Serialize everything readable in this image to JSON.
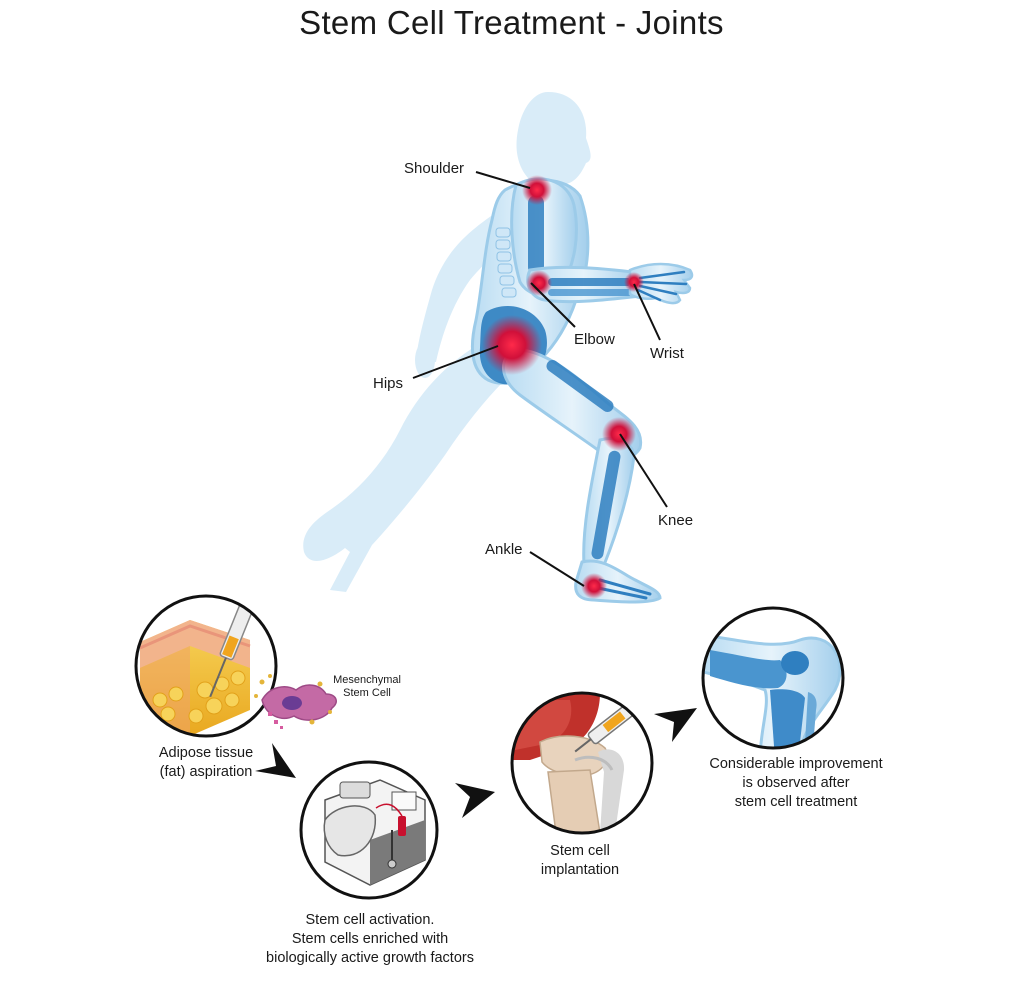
{
  "title": "Stem Cell Treatment - Joints",
  "joints": {
    "shoulder": "Shoulder",
    "elbow": "Elbow",
    "wrist": "Wrist",
    "hips": "Hips",
    "knee": "Knee",
    "ankle": "Ankle"
  },
  "steps": {
    "aspiration": [
      "Adipose tissue",
      "(fat) aspiration"
    ],
    "msc_label": [
      "Mesenchymal",
      "Stem Cell"
    ],
    "activation": [
      "Stem cell activation.",
      "Stem cells enriched with",
      "biologically active growth factors"
    ],
    "implantation": [
      "Stem cell",
      "implantation"
    ],
    "improvement": [
      "Considerable improvement",
      "is observed after",
      "stem cell treatment"
    ]
  },
  "colors": {
    "body_light": "#dceef8",
    "body_mid": "#a9d3ee",
    "bone": "#2f7fc0",
    "inflammation": "#d0103a",
    "muscle": "#c0312b",
    "fat": "#f4c43c",
    "skin": "#f2b48c",
    "arrow": "#111111"
  }
}
